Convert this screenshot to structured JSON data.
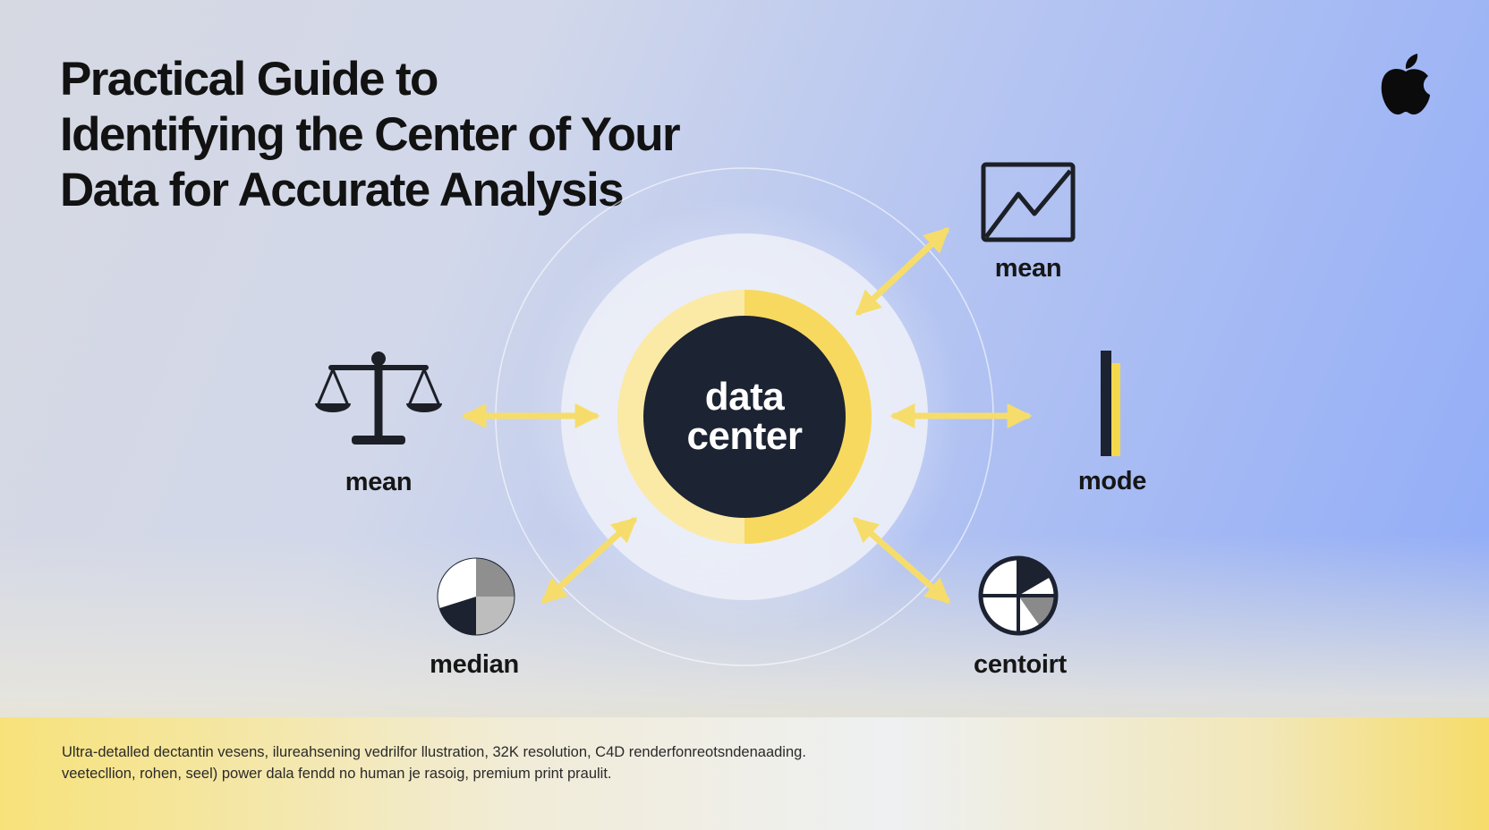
{
  "title": {
    "line1": "Practical Guide to",
    "line2": "Identifying the Center of Your",
    "line3": "Data for Accurate Analysis"
  },
  "logo": {
    "icon": "apple-logo-icon"
  },
  "center": {
    "line1": "data",
    "line2": "center",
    "colors": {
      "core": "#1c2333",
      "ring": "#f8d960",
      "ring_light": "#fbe9a6"
    }
  },
  "nodes": [
    {
      "id": "top-right",
      "label": "mean",
      "icon": "line-chart-icon"
    },
    {
      "id": "left",
      "label": "mean",
      "icon": "balance-scale-icon"
    },
    {
      "id": "right",
      "label": "mode",
      "icon": "bar-icon"
    },
    {
      "id": "bottom-left",
      "label": "median",
      "icon": "pie-chart-icon"
    },
    {
      "id": "bottom-right",
      "label": "centoirt",
      "icon": "quadrant-pie-icon"
    }
  ],
  "arrows": {
    "color": "#f6dd6b"
  },
  "footer": {
    "line1": "Ultra-detalled dectantin vesens, ilureahsening vedrilfor llustration, 32K resolution, C4D renderfonreotsndenaading.",
    "line2": "veetecllion, rohen, seel) power dala fendd no human je rasoig, premium print praulit."
  }
}
